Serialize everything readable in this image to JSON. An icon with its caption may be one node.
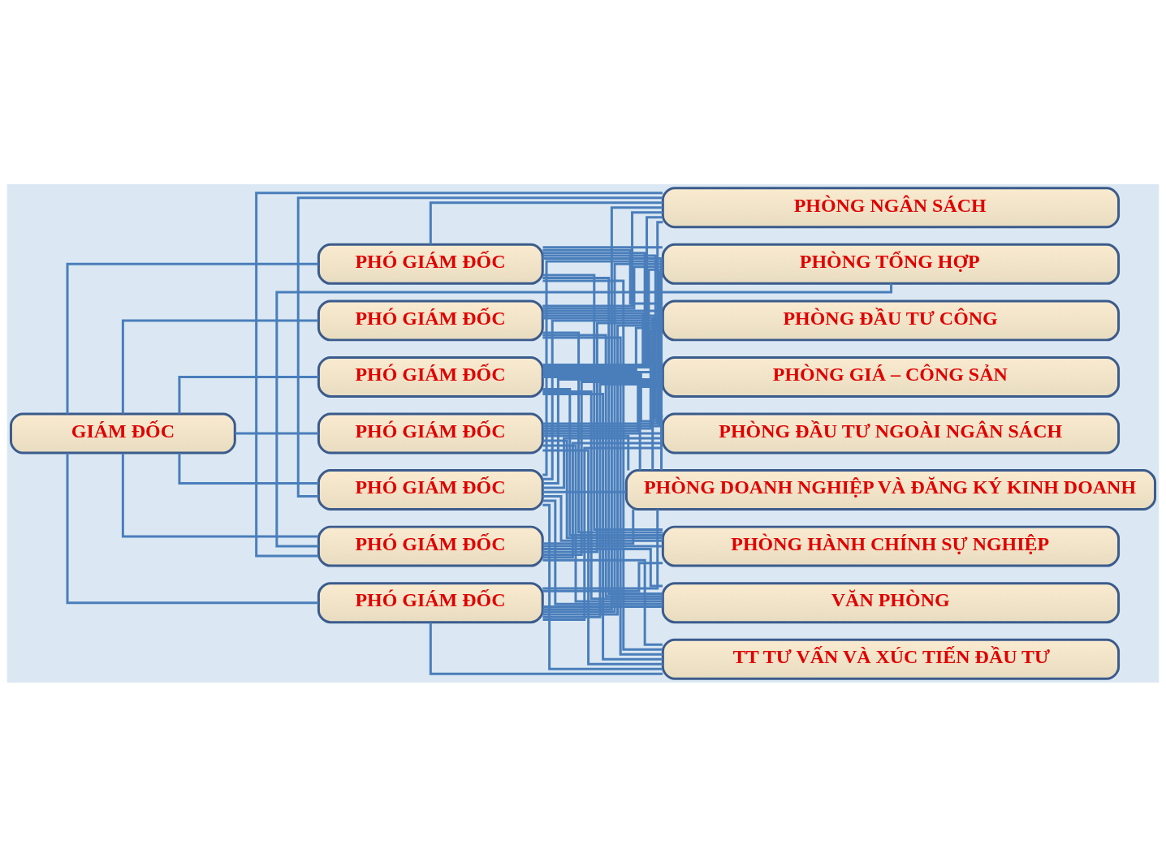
{
  "diagram": {
    "nodes": [
      {
        "text": [
          "GIÁM ĐỐC"
        ]
      },
      {
        "text": [
          "PHÓ GIÁM ĐỐC"
        ]
      },
      {
        "text": [
          "PHÓ GIÁM ĐỐC"
        ]
      },
      {
        "text": [
          "PHÓ GIÁM ĐỐC"
        ]
      },
      {
        "text": [
          "PHÓ GIÁM ĐỐC"
        ]
      },
      {
        "text": [
          "PHÓ GIÁM ĐỐC"
        ]
      },
      {
        "text": [
          "PHÓ GIÁM ĐỐC"
        ]
      },
      {
        "text": [
          "PHÓ GIÁM ĐỐC"
        ]
      },
      {
        "text": [
          "PHÒNG NGÂN SÁCH"
        ]
      },
      {
        "text": [
          "PHÒNG TỔNG HỢP"
        ]
      },
      {
        "text": [
          "PHÒNG ĐẦU TƯ CÔNG"
        ]
      },
      {
        "text": [
          "PHÒNG GIÁ – CÔNG SẢN"
        ]
      },
      {
        "text": [
          "PHÒNG ĐẦU TƯ NGOÀI NGÂN SÁCH"
        ]
      },
      {
        "text": [
          "PHÒNG DOANH NGHIỆP VÀ ĐĂNG KÝ KINH DOANH"
        ]
      },
      {
        "text": [
          "PHÒNG HÀNH CHÍNH SỰ NGHIỆP"
        ]
      },
      {
        "text": [
          "VĂN PHÒNG"
        ]
      },
      {
        "text": [
          "TT TƯ VẤN VÀ XÚC TIẾN ĐẦU TƯ"
        ]
      }
    ],
    "edges": [
      {
        "from": 0,
        "to": 1,
        "arrow": "none"
      },
      {
        "from": 0,
        "to": 2,
        "arrow": "none"
      },
      {
        "from": 0,
        "to": 3,
        "arrow": "none"
      },
      {
        "from": 0,
        "to": 4,
        "arrow": "none"
      },
      {
        "from": 0,
        "to": 5,
        "arrow": "none"
      },
      {
        "from": 0,
        "to": 6,
        "arrow": "none"
      },
      {
        "from": 0,
        "to": 7,
        "arrow": "none"
      },
      {
        "from": 1,
        "to": 8,
        "arrow": "none"
      },
      {
        "from": 1,
        "to": 9,
        "arrow": "none"
      },
      {
        "from": 1,
        "to": 10,
        "arrow": "none"
      },
      {
        "from": 1,
        "to": 11,
        "arrow": "none"
      },
      {
        "from": 1,
        "to": 12,
        "arrow": "none"
      },
      {
        "from": 1,
        "to": 13,
        "arrow": "none"
      },
      {
        "from": 1,
        "to": 14,
        "arrow": "none"
      },
      {
        "from": 1,
        "to": 15,
        "arrow": "none"
      },
      {
        "from": 1,
        "to": 16,
        "arrow": "none"
      },
      {
        "from": 2,
        "to": 8,
        "arrow": "none"
      },
      {
        "from": 2,
        "to": 9,
        "arrow": "none"
      },
      {
        "from": 2,
        "to": 10,
        "arrow": "none"
      },
      {
        "from": 2,
        "to": 11,
        "arrow": "none"
      },
      {
        "from": 2,
        "to": 12,
        "arrow": "none"
      },
      {
        "from": 2,
        "to": 13,
        "arrow": "none"
      },
      {
        "from": 2,
        "to": 14,
        "arrow": "none"
      },
      {
        "from": 2,
        "to": 15,
        "arrow": "none"
      },
      {
        "from": 2,
        "to": 16,
        "arrow": "none"
      },
      {
        "from": 3,
        "to": 8,
        "arrow": "none"
      },
      {
        "from": 3,
        "to": 9,
        "arrow": "none"
      },
      {
        "from": 3,
        "to": 10,
        "arrow": "none"
      },
      {
        "from": 3,
        "to": 11,
        "arrow": "none"
      },
      {
        "from": 3,
        "to": 12,
        "arrow": "none"
      },
      {
        "from": 3,
        "to": 13,
        "arrow": "none"
      },
      {
        "from": 3,
        "to": 14,
        "arrow": "none"
      },
      {
        "from": 3,
        "to": 15,
        "arrow": "none"
      },
      {
        "from": 3,
        "to": 16,
        "arrow": "none"
      },
      {
        "from": 4,
        "to": 8,
        "arrow": "none"
      },
      {
        "from": 4,
        "to": 9,
        "arrow": "none"
      },
      {
        "from": 4,
        "to": 10,
        "arrow": "none"
      },
      {
        "from": 4,
        "to": 11,
        "arrow": "none"
      },
      {
        "from": 4,
        "to": 12,
        "arrow": "none"
      },
      {
        "from": 4,
        "to": 13,
        "arrow": "none"
      },
      {
        "from": 4,
        "to": 14,
        "arrow": "none"
      },
      {
        "from": 4,
        "to": 15,
        "arrow": "none"
      },
      {
        "from": 4,
        "to": 16,
        "arrow": "none"
      },
      {
        "from": 5,
        "to": 8,
        "arrow": "none"
      },
      {
        "from": 5,
        "to": 9,
        "arrow": "none"
      },
      {
        "from": 5,
        "to": 10,
        "arrow": "none"
      },
      {
        "from": 5,
        "to": 11,
        "arrow": "none"
      },
      {
        "from": 5,
        "to": 12,
        "arrow": "none"
      },
      {
        "from": 5,
        "to": 13,
        "arrow": "none"
      },
      {
        "from": 5,
        "to": 14,
        "arrow": "none"
      },
      {
        "from": 5,
        "to": 15,
        "arrow": "none"
      },
      {
        "from": 5,
        "to": 16,
        "arrow": "none"
      },
      {
        "from": 6,
        "to": 8,
        "arrow": "none"
      },
      {
        "from": 6,
        "to": 9,
        "arrow": "none"
      },
      {
        "from": 6,
        "to": 10,
        "arrow": "none"
      },
      {
        "from": 6,
        "to": 11,
        "arrow": "none"
      },
      {
        "from": 6,
        "to": 12,
        "arrow": "none"
      },
      {
        "from": 6,
        "to": 13,
        "arrow": "none"
      },
      {
        "from": 6,
        "to": 14,
        "arrow": "none"
      },
      {
        "from": 6,
        "to": 15,
        "arrow": "none"
      },
      {
        "from": 6,
        "to": 16,
        "arrow": "none"
      },
      {
        "from": 7,
        "to": 8,
        "arrow": "none"
      },
      {
        "from": 7,
        "to": 9,
        "arrow": "none"
      },
      {
        "from": 7,
        "to": 10,
        "arrow": "none"
      },
      {
        "from": 7,
        "to": 11,
        "arrow": "none"
      },
      {
        "from": 7,
        "to": 12,
        "arrow": "none"
      },
      {
        "from": 7,
        "to": 13,
        "arrow": "none"
      },
      {
        "from": 7,
        "to": 14,
        "arrow": "none"
      },
      {
        "from": 7,
        "to": 15,
        "arrow": "none"
      },
      {
        "from": 7,
        "to": 16,
        "arrow": "none"
      }
    ]
  }
}
